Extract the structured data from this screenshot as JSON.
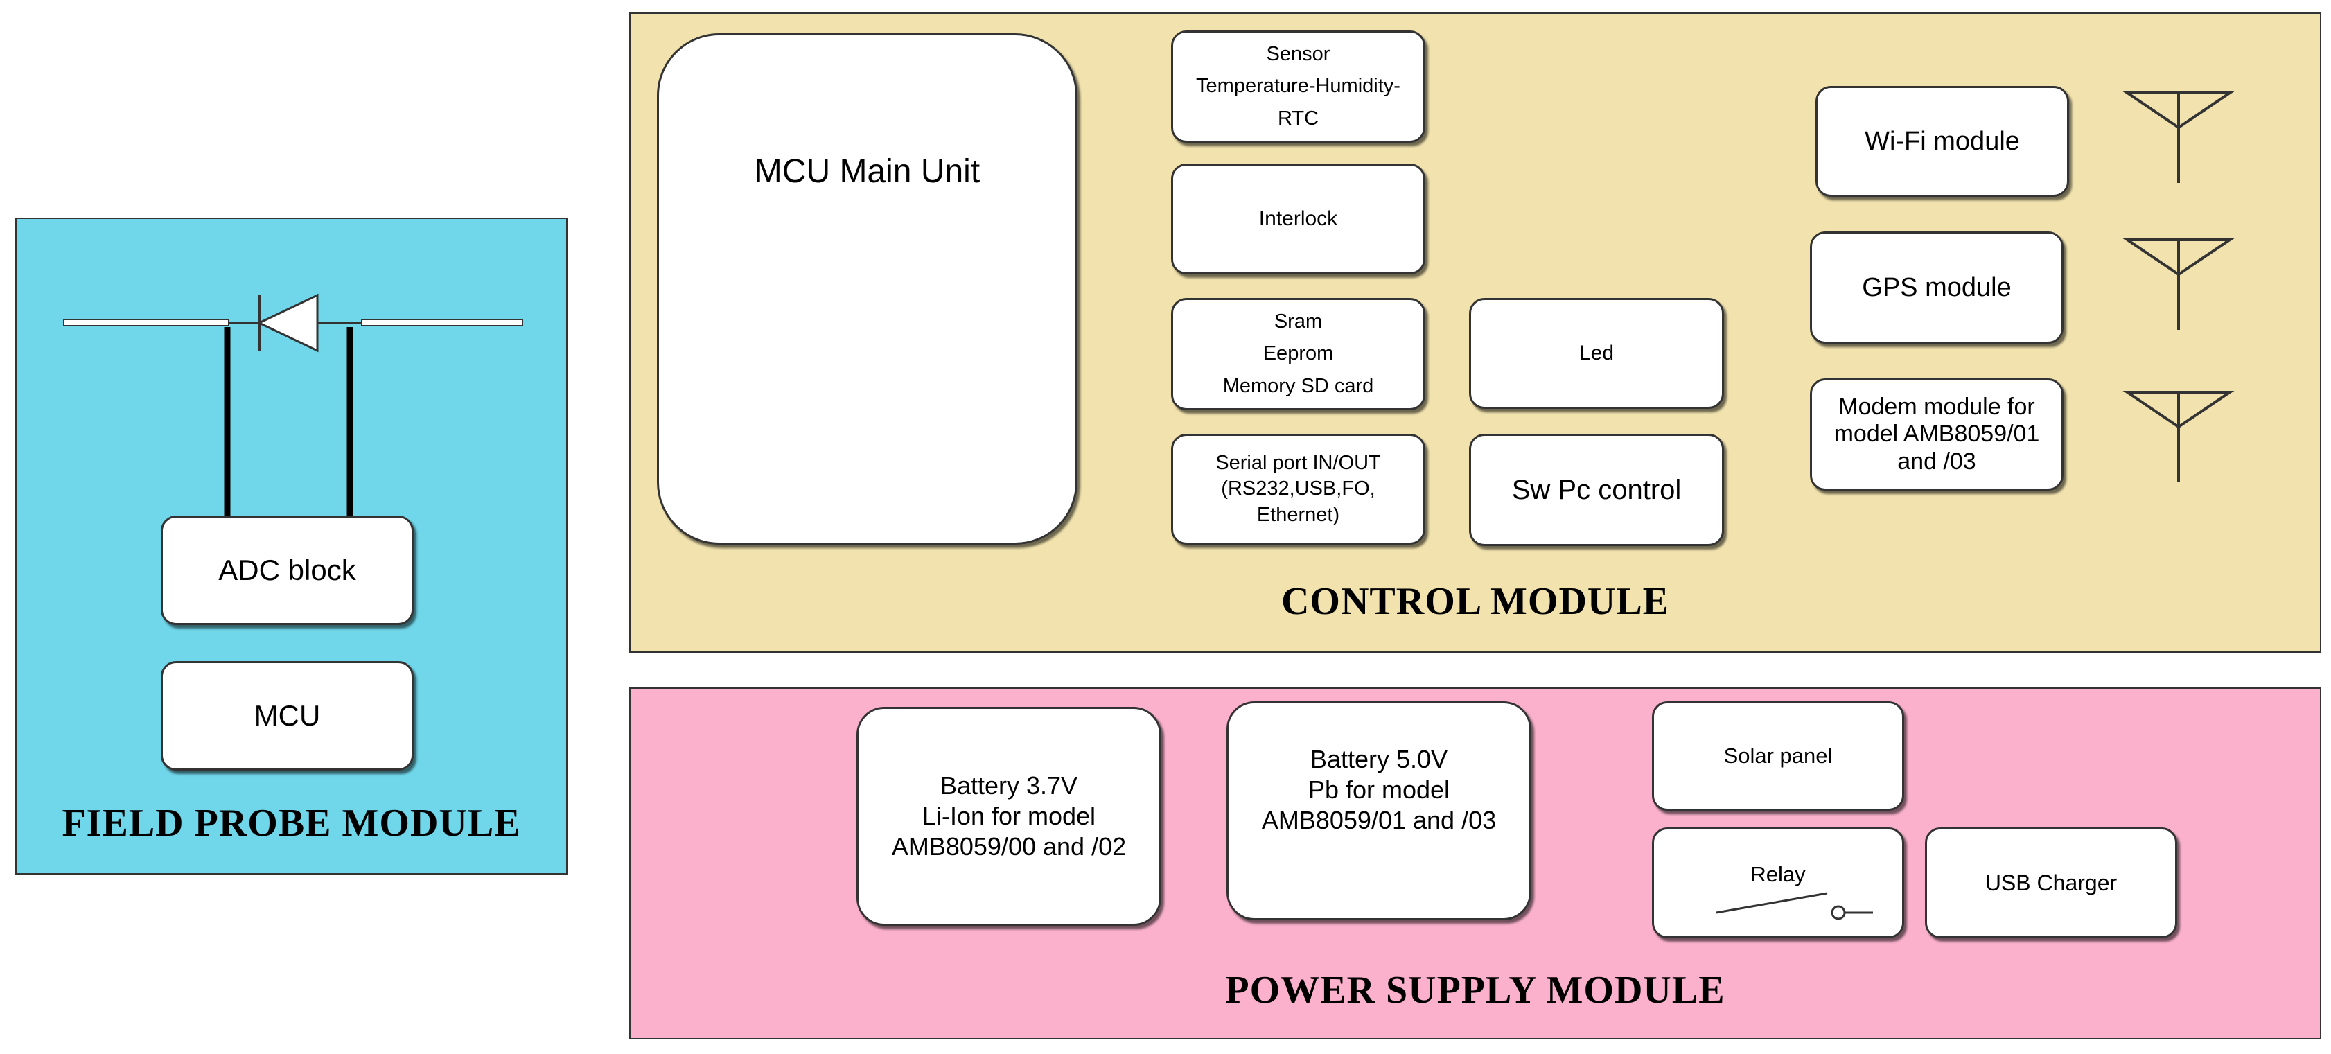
{
  "colors": {
    "field_probe_bg": "#70d6e9",
    "control_bg": "#f2e3ae",
    "power_bg": "#fbb1cc",
    "box_fill": "#ffffff",
    "stroke": "#000000"
  },
  "field_probe": {
    "title": "FIELD PROBE MODULE",
    "adc_label": "ADC block",
    "mcu_label": "MCU"
  },
  "control": {
    "title": "CONTROL MODULE",
    "mcu_main": "MCU Main Unit",
    "sensor_lines": [
      "Sensor",
      "Temperature-Humidity-",
      "RTC"
    ],
    "interlock": "Interlock",
    "memory_lines": [
      "Sram",
      "Eeprom",
      "Memory SD card"
    ],
    "serial_lines": [
      "Serial port IN/OUT",
      "(RS232,USB,FO,",
      "Ethernet)"
    ],
    "led": "Led",
    "sw_pc": "Sw Pc control",
    "wifi": "Wi-Fi module",
    "gps": "GPS module",
    "modem_lines": [
      "Modem module for",
      "model AMB8059/01",
      "and /03"
    ]
  },
  "power": {
    "title": "POWER SUPPLY MODULE",
    "battery37_lines": [
      "Battery 3.7V",
      "Li-Ion for model",
      "AMB8059/00 and /02"
    ],
    "battery50_lines": [
      "Battery 5.0V",
      "Pb for model",
      "AMB8059/01 and /03"
    ],
    "solar": "Solar panel",
    "relay": "Relay",
    "usb_charger": "USB Charger"
  }
}
